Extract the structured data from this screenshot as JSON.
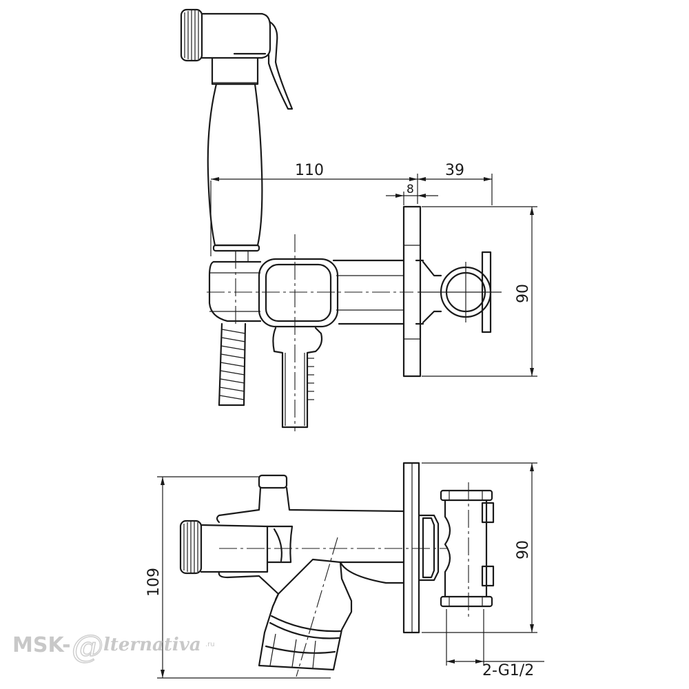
{
  "dimensions": {
    "top_width": "110",
    "top_depth": "39",
    "top_offset": "8",
    "top_height": "90",
    "side_height": "109",
    "side_plate_height": "90",
    "thread": "2-G1/2"
  },
  "watermark": {
    "prefix": "MSK-",
    "script": "lternativa",
    "suffix": ".ru"
  },
  "colors": {
    "line": "#1a1a1a",
    "watermark": "#c8c8c8"
  }
}
